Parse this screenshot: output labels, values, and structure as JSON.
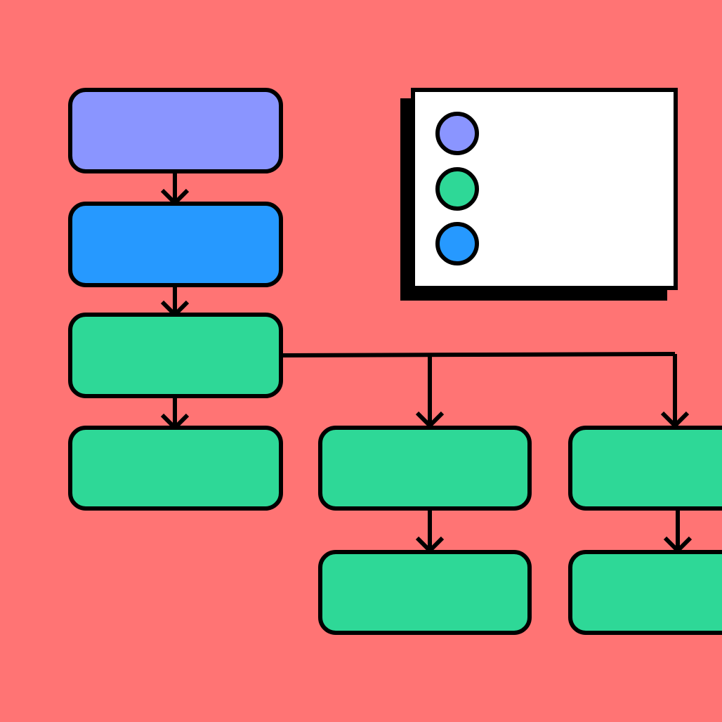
{
  "colors": {
    "background": "#FF7474",
    "outline": "#000000",
    "legend_panel": "#FFFFFF",
    "shadow": "#000000",
    "periwinkle": "#8A95FF",
    "blue": "#2699FF",
    "green": "#2ED897"
  },
  "flowchart": {
    "nodes": [
      {
        "id": "node-1",
        "fill_key": "periwinkle"
      },
      {
        "id": "node-2",
        "fill_key": "blue"
      },
      {
        "id": "node-3",
        "fill_key": "green"
      },
      {
        "id": "node-4",
        "fill_key": "green"
      },
      {
        "id": "node-5",
        "fill_key": "green"
      },
      {
        "id": "node-6",
        "fill_key": "green"
      },
      {
        "id": "node-7",
        "fill_key": "green"
      },
      {
        "id": "node-8",
        "fill_key": "green"
      }
    ],
    "edges": [
      {
        "from": "node-1",
        "to": "node-2"
      },
      {
        "from": "node-2",
        "to": "node-3"
      },
      {
        "from": "node-3",
        "to": "node-4"
      },
      {
        "from": "node-3",
        "to": "node-5"
      },
      {
        "from": "node-3",
        "to": "node-6"
      },
      {
        "from": "node-5",
        "to": "node-7"
      },
      {
        "from": "node-6",
        "to": "node-8"
      }
    ]
  },
  "legend": {
    "markers": [
      {
        "fill_key": "periwinkle"
      },
      {
        "fill_key": "green"
      },
      {
        "fill_key": "blue"
      }
    ]
  }
}
